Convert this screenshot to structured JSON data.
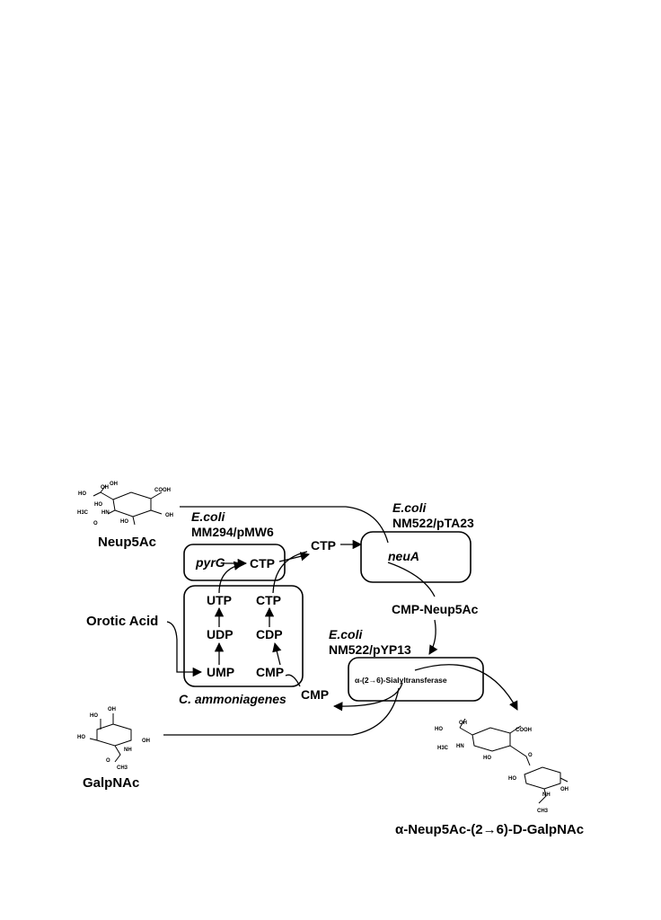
{
  "molecules": {
    "neu5ac": "Neup5Ac",
    "galnac": "GalpNAc",
    "product": "α-Neup5Ac-(2→6)-D-GalpNAc",
    "atoms": {
      "ho": "HO",
      "oh": "OH",
      "cooh": "COOH",
      "h3c": "H3C",
      "hn": "HN",
      "nh": "NH",
      "o": "O",
      "ch3": "CH3"
    }
  },
  "strains": {
    "ecoli": "E.coli",
    "mm294": "MM294/pMW6",
    "nm522_pta23": "NM522/pTA23",
    "nm522_pyp13": "NM522/pYP13",
    "c_ammoniagenes": "C. ammoniagenes"
  },
  "genes": {
    "pyrg": "pyrG",
    "neua": "neuA",
    "sialyltransferase": "α-(2→6)-Sialyltransferase"
  },
  "metabolites": {
    "orotic_acid": "Orotic Acid",
    "utp": "UTP",
    "udp": "UDP",
    "ump": "UMP",
    "ctp": "CTP",
    "cdp": "CDP",
    "cmp": "CMP",
    "cmp_neu5ac": "CMP-Neup5Ac"
  }
}
